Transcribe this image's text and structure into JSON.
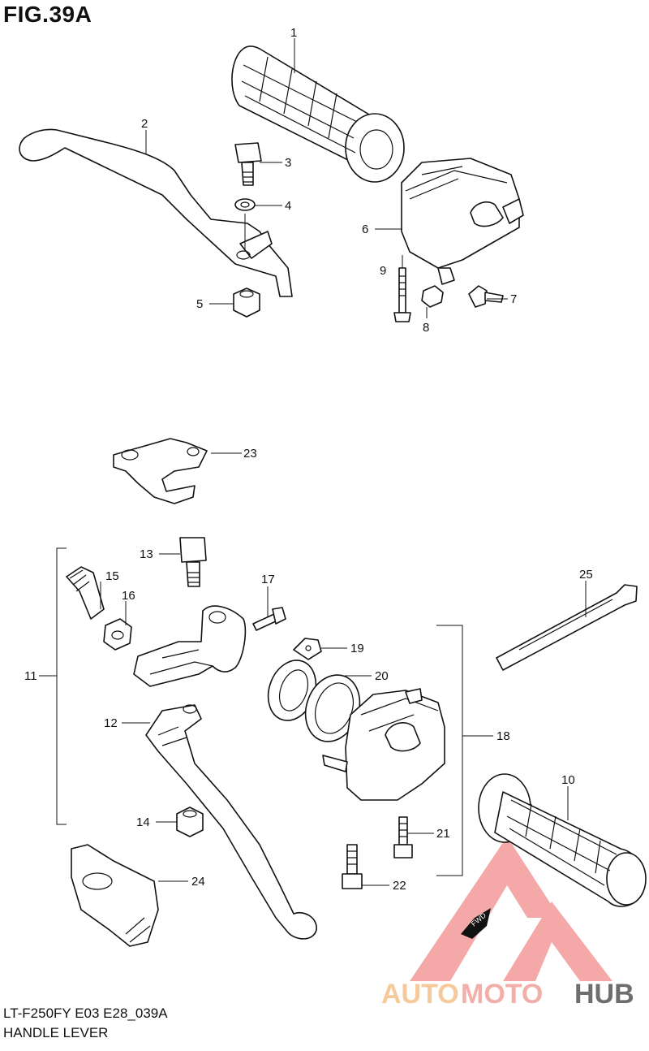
{
  "figure": {
    "title": "FIG.39A",
    "code": "LT-F250FY E03 E28_039A",
    "name": "HANDLE LEVER"
  },
  "parts": [
    {
      "no": "1",
      "name": "grip"
    },
    {
      "no": "2",
      "name": "brake-lever"
    },
    {
      "no": "3",
      "name": "pivot-bolt"
    },
    {
      "no": "4",
      "name": "washer"
    },
    {
      "no": "5",
      "name": "nut"
    },
    {
      "no": "6",
      "name": "lever-holder"
    },
    {
      "no": "7",
      "name": "screw"
    },
    {
      "no": "8",
      "name": "nut"
    },
    {
      "no": "9",
      "name": "bolt"
    },
    {
      "no": "10",
      "name": "grip"
    },
    {
      "no": "11",
      "name": "lever-assy"
    },
    {
      "no": "12",
      "name": "lever"
    },
    {
      "no": "13",
      "name": "pivot-bolt"
    },
    {
      "no": "14",
      "name": "nut"
    },
    {
      "no": "15",
      "name": "adjuster"
    },
    {
      "no": "16",
      "name": "lock-nut"
    },
    {
      "no": "17",
      "name": "screw"
    },
    {
      "no": "18",
      "name": "switch-assy"
    },
    {
      "no": "19",
      "name": "clip"
    },
    {
      "no": "20",
      "name": "throttle-ring"
    },
    {
      "no": "21",
      "name": "screw"
    },
    {
      "no": "22",
      "name": "screw"
    },
    {
      "no": "23",
      "name": "bracket"
    },
    {
      "no": "24",
      "name": "cover"
    },
    {
      "no": "25",
      "name": "clamp"
    }
  ],
  "watermark": {
    "text_a": "AUTO",
    "text_b": "MOTO",
    "text_c": "HUB",
    "color_a": "#f5c08a",
    "color_b": "#f0a09a",
    "color_c": "#555555",
    "triangle_color": "#f28b8b"
  },
  "fwd_label": "FWD"
}
